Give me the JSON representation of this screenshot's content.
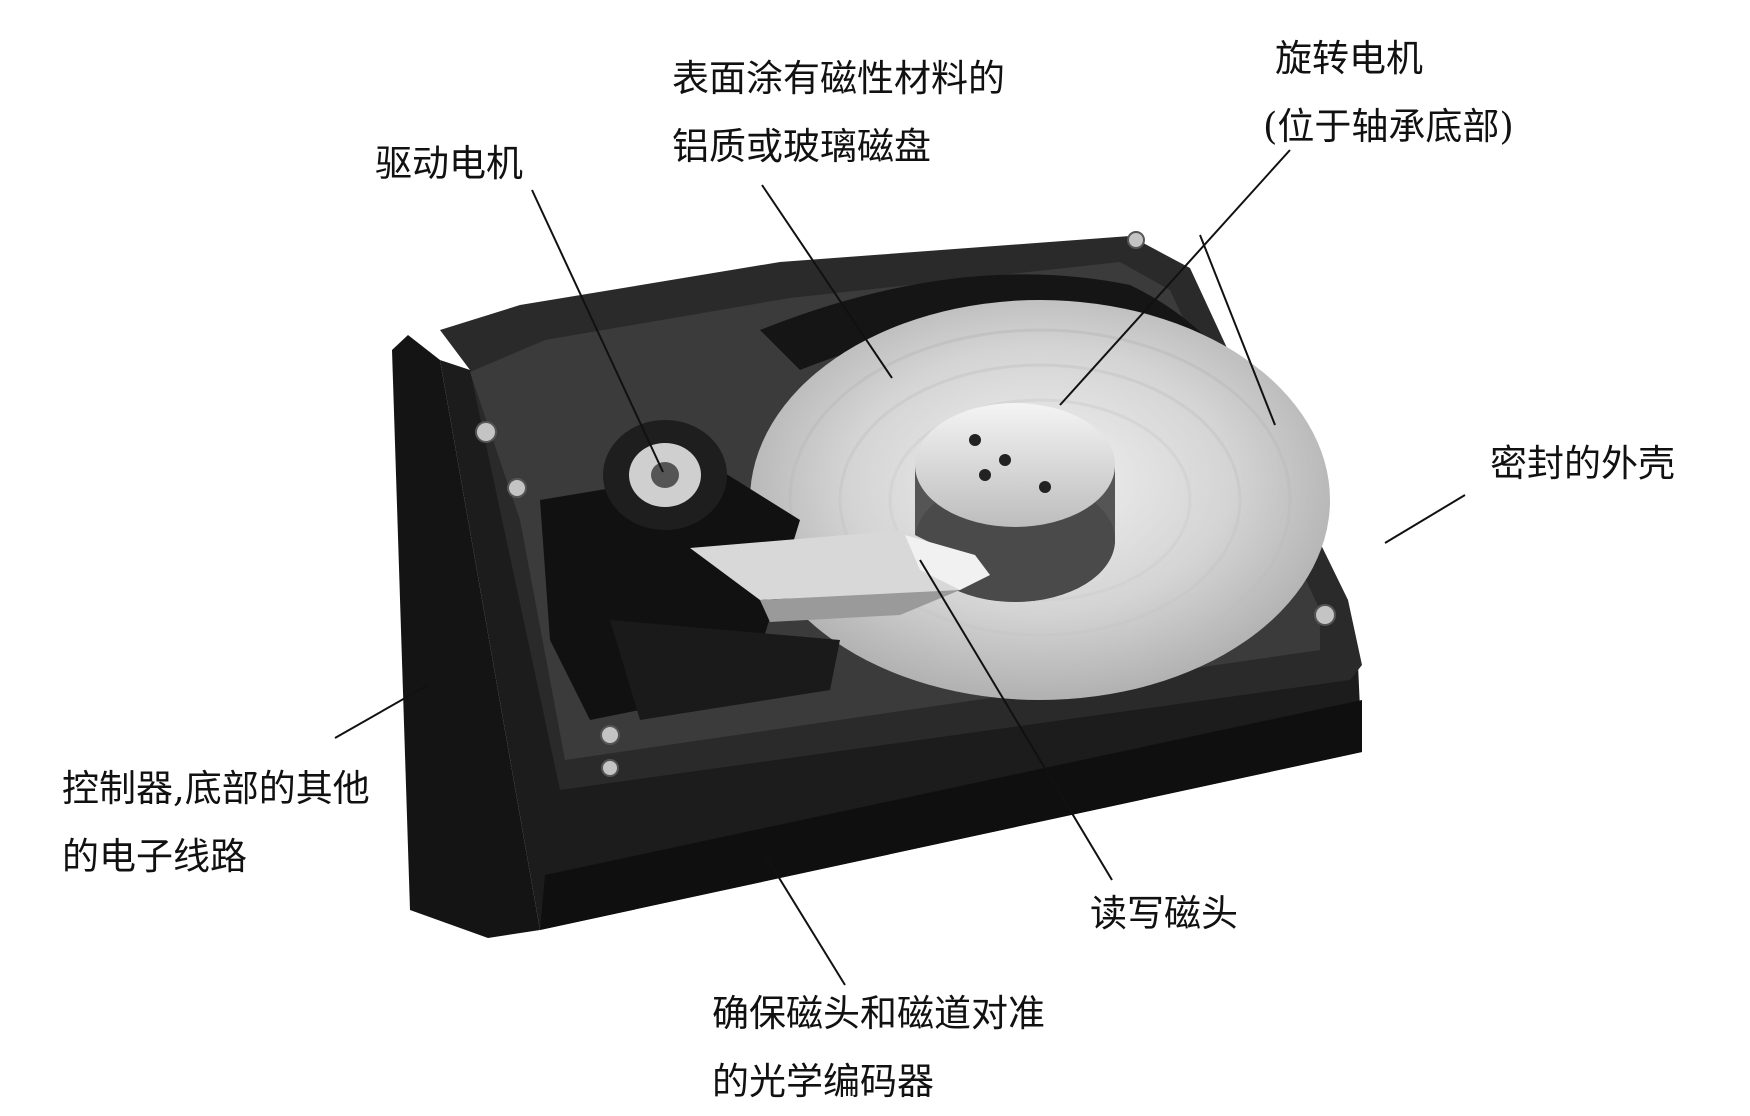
{
  "colors": {
    "ink": "#111111",
    "case_dark": "#1a1a1a",
    "case_edge": "#2c2c2c",
    "platter": "#cfcfcf",
    "platter_hi": "#e8e8e8",
    "hub": "#ececec",
    "arm": "#d9d9d9"
  },
  "labels": {
    "drive_motor": "驱动电机",
    "platter_line1": "表面涂有磁性材料的",
    "platter_line2": "铝质或玻璃磁盘",
    "spindle_line1": "旋转电机",
    "spindle_line2": "(位于轴承底部)",
    "case": "密封的外壳",
    "controller_line1": "控制器,底部的其他",
    "controller_line2": "的电子线路",
    "head": "读写磁头",
    "encoder_line1": "确保磁头和磁道对准",
    "encoder_line2": "的光学编码器"
  }
}
